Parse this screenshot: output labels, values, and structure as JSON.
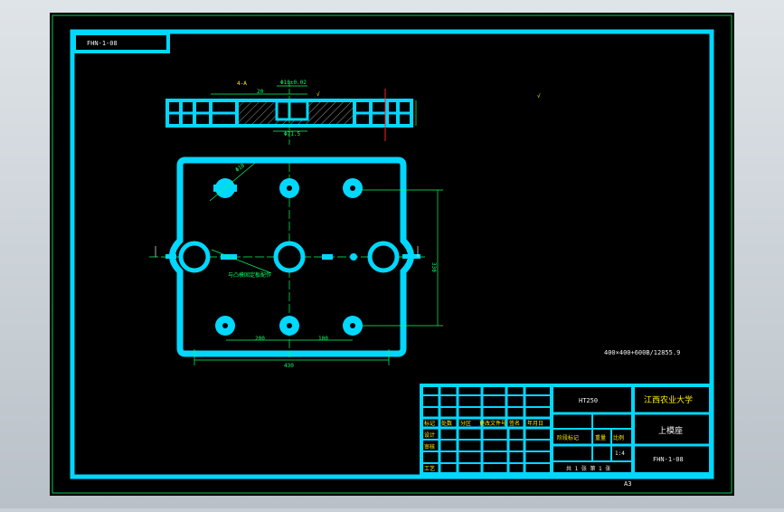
{
  "drawing": {
    "frame_code": "FHN-1-08",
    "spec_note": "400×400+600B/12855.9",
    "paper_size": "A3",
    "colors": {
      "sheet": "#000000",
      "border": "#00d8ff",
      "dimension": "#00ff66",
      "text": "#f0f0f0",
      "label": "#ffee00",
      "section": "#ff2020"
    }
  },
  "annotations": {
    "top_dims": [
      "4-A",
      "20",
      "Φ10±0.02",
      "Φ71.5"
    ],
    "main_dims": [
      "200",
      "100",
      "330",
      "430",
      "Φ18"
    ],
    "hole_note": "与凸模固定板配作"
  },
  "title_block": {
    "material": "HT250",
    "school": "江西农业大学",
    "part_name": "上模座",
    "drawing_no": "FHN-1-08",
    "row_labels": [
      "标记",
      "设计",
      "审核",
      "工艺"
    ],
    "header_labels": [
      "处数",
      "分区",
      "更改文件号",
      "签名",
      "年月日"
    ],
    "stage_labels": [
      "阶段标记",
      "重量",
      "比例"
    ],
    "sheet_label": "共 1 张  第 1 张",
    "scale": "1:4"
  }
}
